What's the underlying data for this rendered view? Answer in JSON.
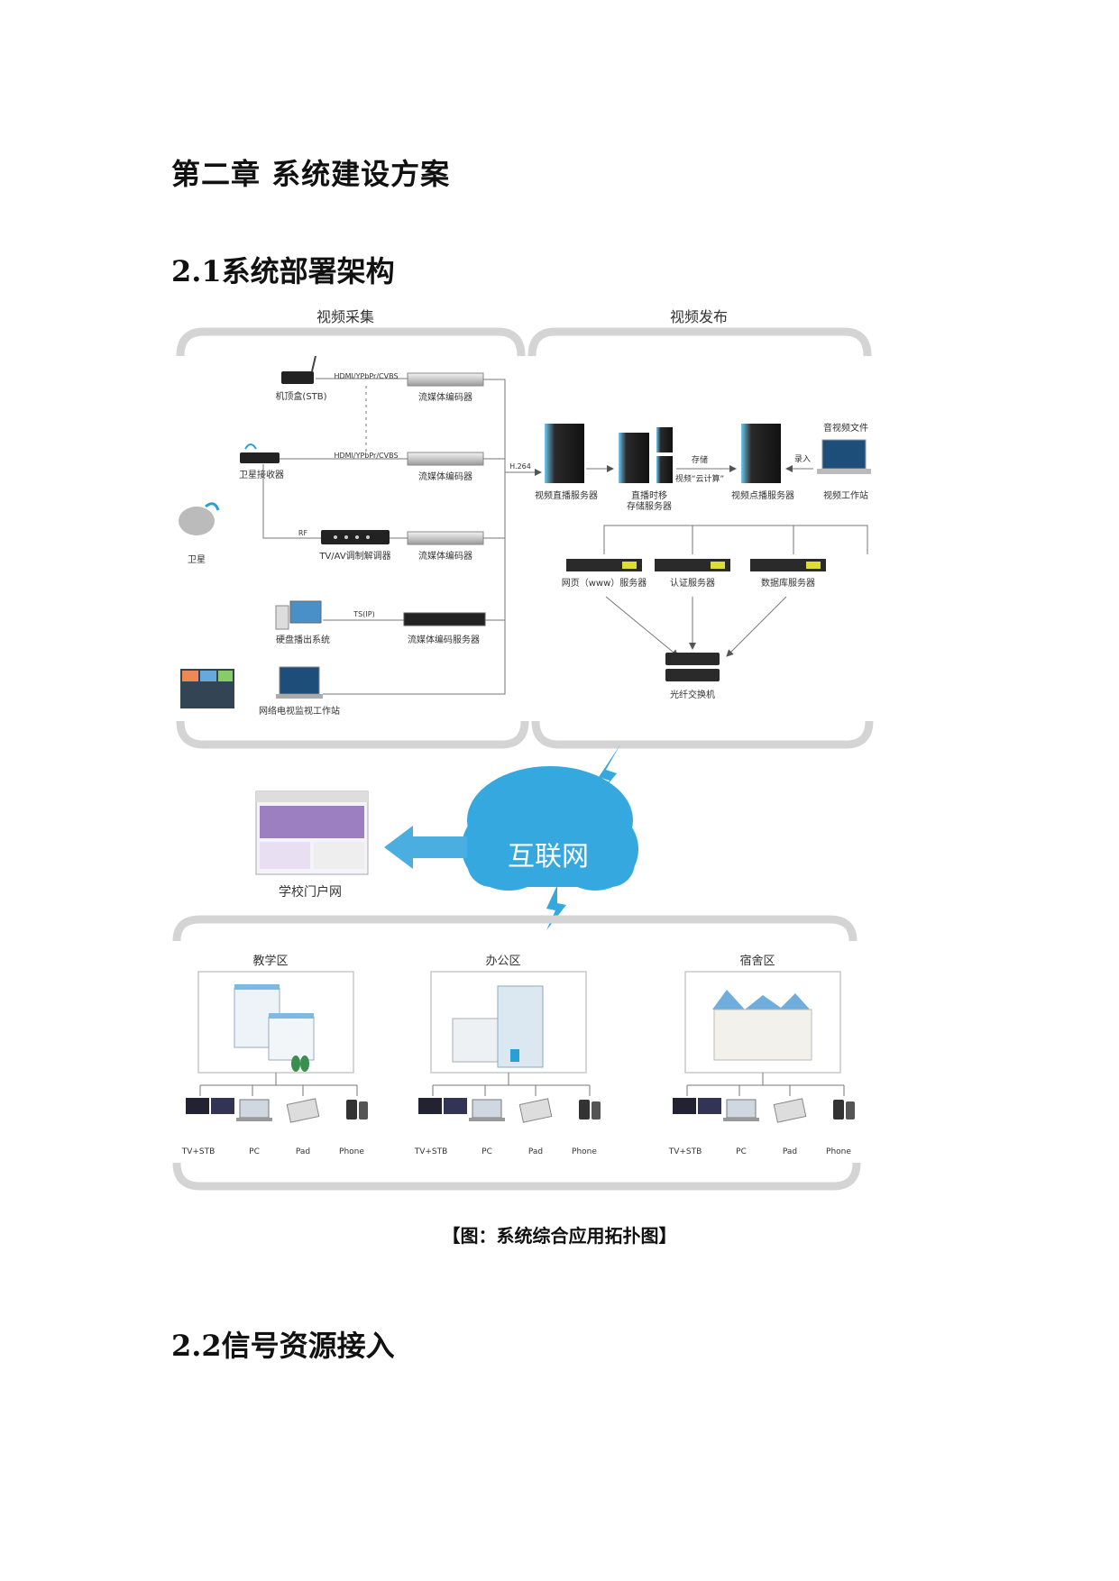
{
  "chapter_title": "第二章  系统建设方案",
  "section_1_title": "2.1系统部署架构",
  "section_2_title": "2.2信号资源接入",
  "caption": "【图：系统综合应用拓扑图】",
  "diagram": {
    "panel_capture": "视频采集",
    "panel_publish": "视频发布",
    "capture": {
      "stb": "机顶盒(STB)",
      "sat_receiver": "卫星接收器",
      "satellite": "卫星",
      "tv_av": "TV/AV调制解调器",
      "disk": "硬盘播出系统",
      "monitor": "网络电视监视工作站",
      "encoder1": "流媒体编码器",
      "encoder2": "流媒体编码器",
      "encoder3": "流媒体编码器",
      "encoder_server": "流媒体编码服务器",
      "hdmi1": "HDMI/YPbPr/CVBS",
      "hdmi2": "HDMI/YPbPr/CVBS",
      "rf": "RF",
      "ts": "TS(IP)"
    },
    "publish": {
      "h264": "H.264",
      "live": "视频直播服务器",
      "timeshift": "直播时移\n存储服务器",
      "store": "存储",
      "cloud": "视频“云计算”",
      "vod": "视频点播服务器",
      "record": "录入",
      "av_file": "音视频文件",
      "workstation": "视频工作站",
      "web": "网页（www）服务器",
      "auth": "认证服务器",
      "db": "数据库服务器",
      "switch": "光纤交换机"
    },
    "internet": "互联网",
    "portal": "学校门户网",
    "zones": [
      {
        "name": "教学区",
        "devices": [
          "TV+STB",
          "PC",
          "Pad",
          "Phone"
        ]
      },
      {
        "name": "办公区",
        "devices": [
          "TV+STB",
          "PC",
          "Pad",
          "Phone"
        ]
      },
      {
        "name": "宿舍区",
        "devices": [
          "TV+STB",
          "PC",
          "Pad",
          "Phone"
        ]
      }
    ],
    "colors": {
      "accent": "#2a9fd6",
      "cloud": "#35a8e0",
      "panel": "#d6d6d6"
    }
  }
}
